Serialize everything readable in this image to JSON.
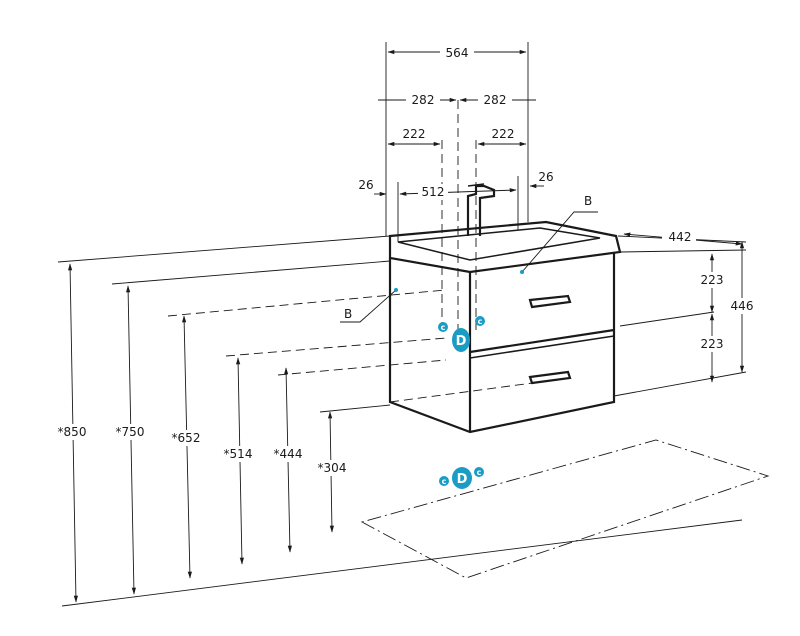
{
  "colors": {
    "line": "#1a1a1a",
    "accent": "#1a9cc4",
    "background": "#ffffff"
  },
  "dimensions": {
    "total_width": "564",
    "half_left": "282",
    "half_right": "282",
    "offset_left": "222",
    "offset_right": "222",
    "inset_left": "26",
    "inset_right": "26",
    "inner_width": "512",
    "depth": "442",
    "drawer_top": "223",
    "drawer_bottom": "223",
    "cabinet_height": "446",
    "height_850": "*850",
    "height_750": "*750",
    "height_652": "*652",
    "height_514": "*514",
    "height_444": "*444",
    "height_304": "*304"
  },
  "labels": {
    "b_top": "B",
    "b_left": "B",
    "connection_main": "D",
    "connection_small": "c"
  }
}
